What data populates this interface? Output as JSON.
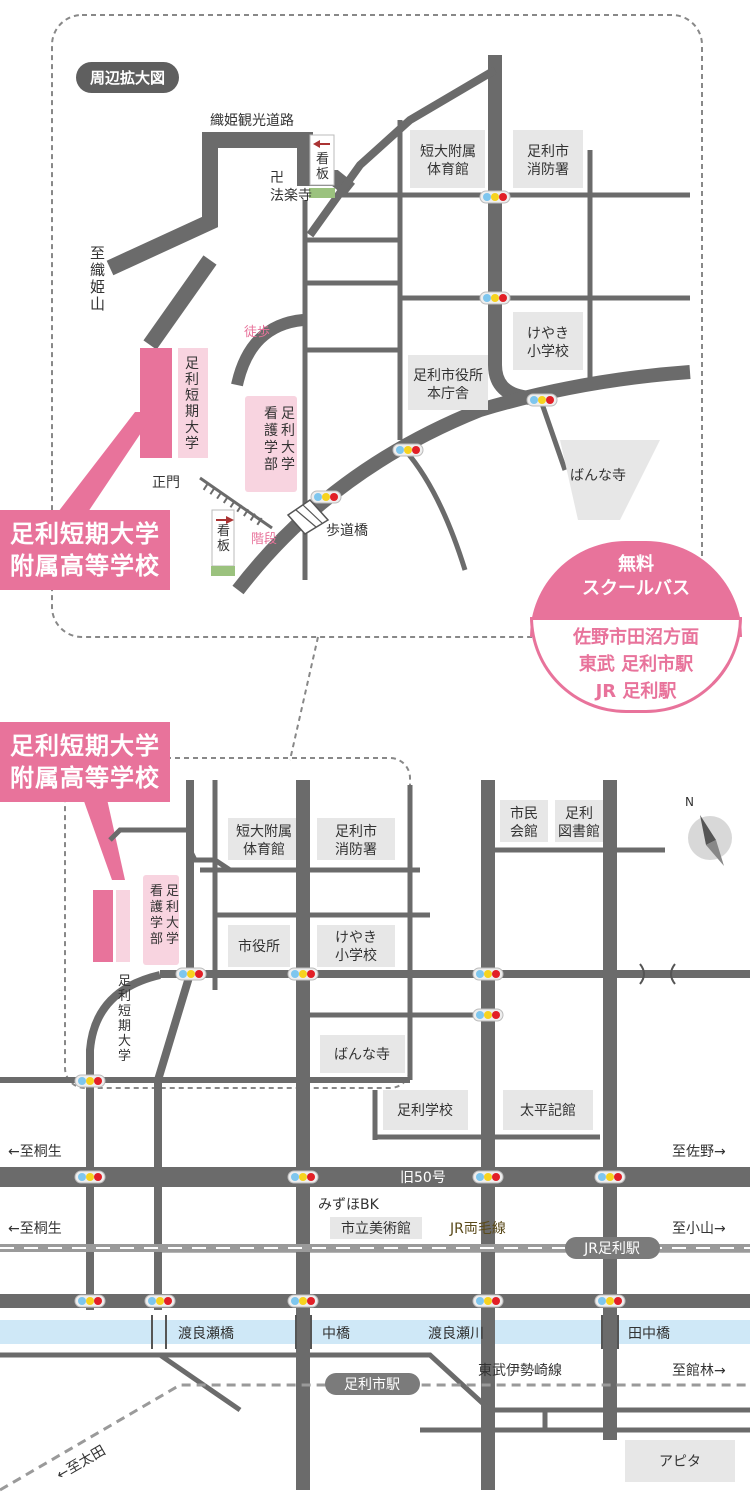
{
  "colors": {
    "road": "#6b6b6b",
    "block": "#e7e7e7",
    "pink": "#e8739b",
    "pink_light": "#f8d4e0",
    "river": "#cfe8f7",
    "rail": "#9a9a9a"
  },
  "top_map": {
    "title": "周辺拡大図",
    "road_orihime": "織姫観光道路",
    "to_orihime": "至\n織\n姫\n山",
    "temple_horakuji": "卍\n法楽寺",
    "sign_top": "看\n板",
    "sign_bottom": "看\n板",
    "walking": "徒歩",
    "stairs": "階段",
    "main_gate": "正門",
    "footbridge": "歩道橋",
    "college": "足\n利\n短\n期\n大\n学",
    "nursing": "足\n利\n大\n学\n看\n護\n学\n部",
    "gym": "短大附属\n体育館",
    "fire": "足利市\n消防署",
    "keyaki": "けやき\n小学校",
    "cityhall": "足利市役所\n本庁舎",
    "banna": "ばんな寺"
  },
  "school_name_line1": "足利短期大学",
  "school_name_line2": "附属高等学校",
  "bus": {
    "line1": "無料",
    "line2": "スクールバス",
    "dest1": "佐野市田沼方面",
    "dest2": "東武 足利市駅",
    "dest3": "JR 足利駅"
  },
  "bottom_map": {
    "gym": "短大附属\n体育館",
    "fire": "足利市\n消防署",
    "civic_center": "市民\n会館",
    "library": "足利\n図書館",
    "cityhall": "市役所",
    "keyaki": "けやき\n小学校",
    "nursing": "足\n利\n大\n学\n看\n護\n学\n部",
    "college": "足\n利\n短\n期\n大\n学",
    "banna": "ばんな寺",
    "ashikaga_school": "足利学校",
    "taihei": "太平記館",
    "to_kiryu_1": "←至桐生",
    "to_sano": "至佐野→",
    "route50": "旧50号",
    "mizuho": "みずほBK",
    "museum": "市立美術館",
    "jr_line": "JR両毛線",
    "to_kiryu_2": "←至桐生",
    "to_oyama": "至小山→",
    "jr_station": "JR足利駅",
    "watarase_bridge": "渡良瀬橋",
    "naka_bridge": "中橋",
    "watarase_river": "渡良瀬川",
    "tanaka_bridge": "田中橋",
    "tobu_line": "東武伊勢崎線",
    "to_tatebayashi": "至館林→",
    "tobu_station": "足利市駅",
    "to_ota": "←至太田",
    "apita": "アピタ",
    "north": "N"
  }
}
